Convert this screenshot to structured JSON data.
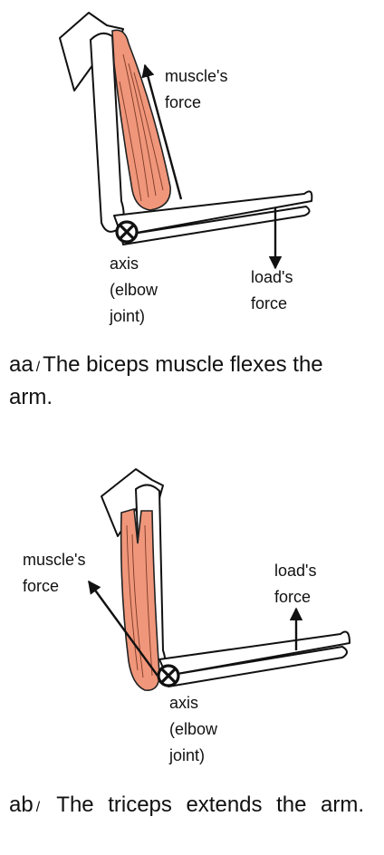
{
  "colors": {
    "muscle_fill": "#f0967a",
    "muscle_stroke": "#222222",
    "bone_fill": "#ffffff",
    "outline": "#111111"
  },
  "figures": [
    {
      "id": "aa",
      "labels": {
        "muscle_force": [
          "muscle's",
          "force"
        ],
        "load_force": [
          "load's",
          "force"
        ],
        "axis": [
          "axis",
          "(elbow",
          "joint)"
        ]
      },
      "caption": {
        "tag": "aa",
        "separator": "/",
        "text": "The biceps muscle flexes the arm."
      }
    },
    {
      "id": "ab",
      "labels": {
        "muscle_force": [
          "muscle's",
          "force"
        ],
        "load_force": [
          "load's",
          "force"
        ],
        "axis": [
          "axis",
          "(elbow",
          "joint)"
        ]
      },
      "caption": {
        "tag": "ab",
        "separator": "/",
        "text": "The triceps extends the arm."
      }
    }
  ]
}
